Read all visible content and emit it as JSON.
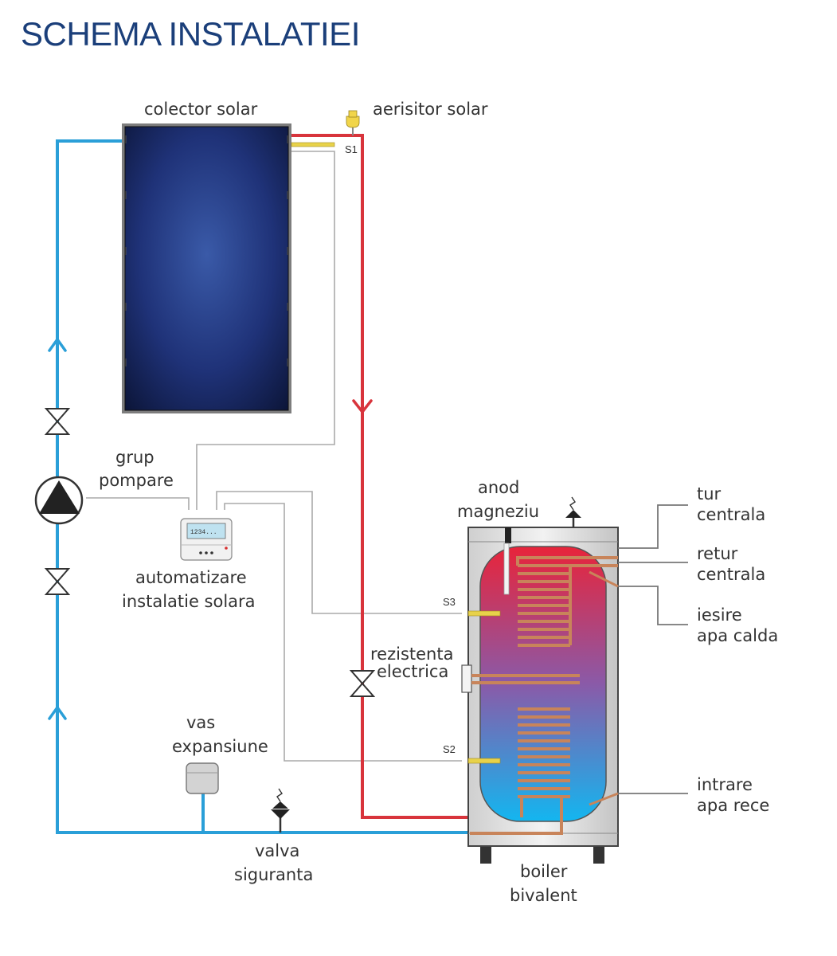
{
  "title": "SCHEMA INSTALATIEI",
  "colors": {
    "title": "#1b3f7a",
    "cold_pipe": "#2a9fd8",
    "hot_pipe": "#d8343c",
    "wire": "#aaaaaa",
    "coil": "#c8845a"
  },
  "labels": {
    "collector": "colector solar",
    "air_vent": "aerisitor solar",
    "pump_group": [
      "grup",
      "pompare"
    ],
    "controller": [
      "automatizare",
      "instalatie solara"
    ],
    "controller_display": "1234...",
    "anode": [
      "anod",
      "magneziu"
    ],
    "heater": [
      "rezistenta",
      "electrica"
    ],
    "expansion": [
      "vas",
      "expansiune"
    ],
    "safety_valve": [
      "valva",
      "siguranta"
    ],
    "boiler": [
      "boiler",
      "bivalent"
    ],
    "tur": [
      "tur",
      "centrala"
    ],
    "retur": [
      "retur",
      "centrala"
    ],
    "hot_out": [
      "iesire",
      "apa calda"
    ],
    "cold_in": [
      "intrare",
      "apa rece"
    ]
  },
  "sensors": [
    "S1",
    "S2",
    "S3"
  ]
}
